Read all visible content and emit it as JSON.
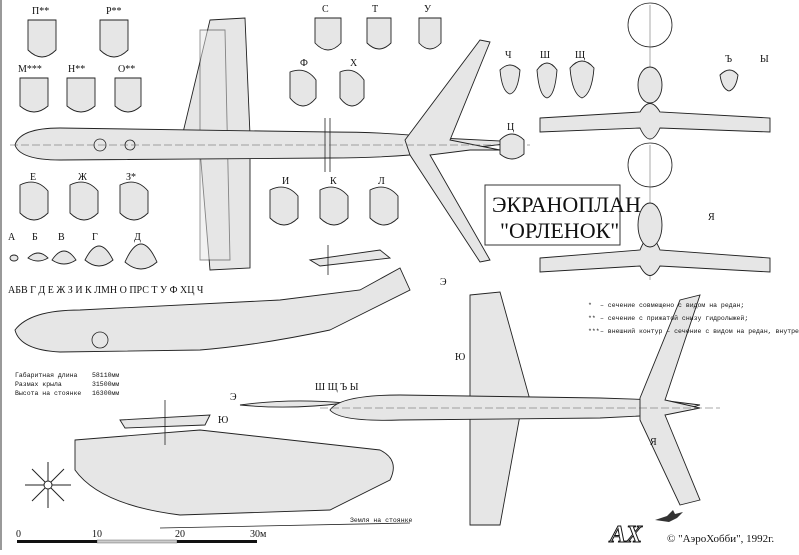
{
  "title": {
    "line1": "ЭКРАНОПЛАН",
    "line2": "\"ОРЛЕНОК\""
  },
  "sections_top": [
    {
      "label": "П**"
    },
    {
      "label": "Р**"
    },
    {
      "label": "С"
    },
    {
      "label": "Т"
    },
    {
      "label": "У"
    },
    {
      "label": "М***"
    },
    {
      "label": "Н**"
    },
    {
      "label": "О**"
    },
    {
      "label": "Ф"
    },
    {
      "label": "Х"
    },
    {
      "label": "Е"
    },
    {
      "label": "Ж"
    },
    {
      "label": "З*"
    },
    {
      "label": "И"
    },
    {
      "label": "К"
    },
    {
      "label": "Л"
    },
    {
      "label": "А"
    },
    {
      "label": "Б"
    },
    {
      "label": "В"
    },
    {
      "label": "Г"
    },
    {
      "label": "Д"
    }
  ],
  "sections_right": [
    {
      "label": "Ч"
    },
    {
      "label": "Ш"
    },
    {
      "label": "Щ"
    },
    {
      "label": "Ц"
    },
    {
      "label": "Ъ"
    },
    {
      "label": "Ы"
    }
  ],
  "station_row": "АБВ Г Д Е Ж З И К ЛМН О ПРС Т У Ф ХЦ Ч",
  "station_row2": "Ш Щ Ъ Ы",
  "view_labels": {
    "ya1": "Я",
    "ya2": "Я",
    "e1": "Э",
    "e2": "Э",
    "yu1": "Ю",
    "yu2": "Ю"
  },
  "specs": [
    {
      "name": "Габаритная длина",
      "value": "58110мм"
    },
    {
      "name": "Размах крыла",
      "value": "31500мм"
    },
    {
      "name": "Высота на стоянке",
      "value": "16300мм"
    }
  ],
  "notes": [
    {
      "mark": "*",
      "text": "– сечение совмещено с видом на редан;"
    },
    {
      "mark": "**",
      "text": "– сечение с прижатой снизу гидролыжей;"
    },
    {
      "mark": "***",
      "text": "– внешний контур – сечение с видом на редан, внутренний – прижатая гидролыжа;"
    }
  ],
  "ground_label": "Земля на стоянке",
  "scale": {
    "ticks": [
      "0",
      "10",
      "20",
      "30м"
    ]
  },
  "logo": {
    "text": "АХ"
  },
  "copyright": "© \"АэроХобби\", 1992г."
}
